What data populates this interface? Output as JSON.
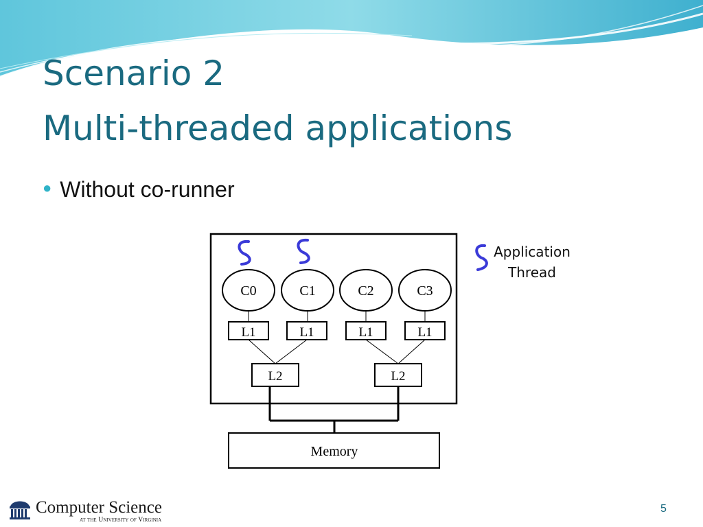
{
  "slide": {
    "title_line1": "Scenario 2",
    "title_line2": "Multi-threaded applications",
    "bullet": "Without co-runner",
    "page_number": "5"
  },
  "diagram": {
    "cores": [
      "C0",
      "C1",
      "C2",
      "C3"
    ],
    "l1_labels": [
      "L1",
      "L1",
      "L1",
      "L1"
    ],
    "l2_labels": [
      "L2",
      "L2"
    ],
    "memory_label": "Memory",
    "threads_on_cores": [
      0,
      1
    ]
  },
  "legend": {
    "line1": "Application",
    "line2": "Thread"
  },
  "footer": {
    "logo_main": "Computer Science",
    "logo_sub": "at the University of Virginia"
  },
  "colors": {
    "title": "#1a6a80",
    "thread_glyph": "#3a3ad8",
    "bullet_dot": "#2fb3c8"
  }
}
